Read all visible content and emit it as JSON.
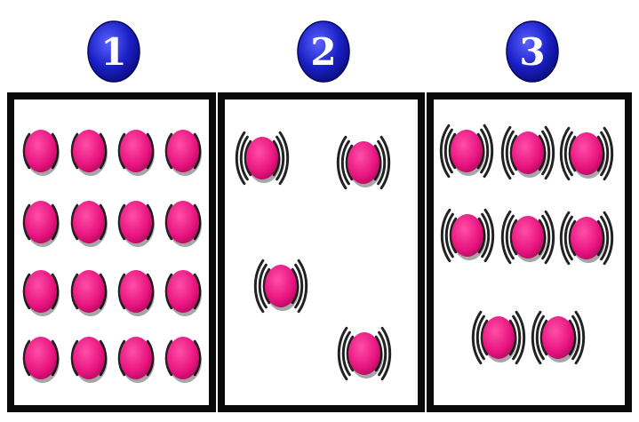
{
  "panels": [
    {
      "label": "1",
      "state": "solid",
      "rows": [
        4,
        4,
        4,
        4
      ],
      "vibration_arcs": 1
    },
    {
      "label": "2",
      "state": "gas",
      "rows": [
        2,
        1,
        1
      ],
      "vibration_arcs": 3
    },
    {
      "label": "3",
      "state": "liquid",
      "rows": [
        3,
        3,
        2
      ],
      "vibration_arcs": 3
    }
  ],
  "colors": {
    "badge_fill": "#1a1fc4",
    "badge_text": "#ffffff",
    "frame": "#0a0a0a",
    "frame_glow": "#e8e020",
    "particle": "#e8137f",
    "particle_dark": "#b00d5f",
    "arc": "#222222",
    "background": "#ffffff"
  }
}
